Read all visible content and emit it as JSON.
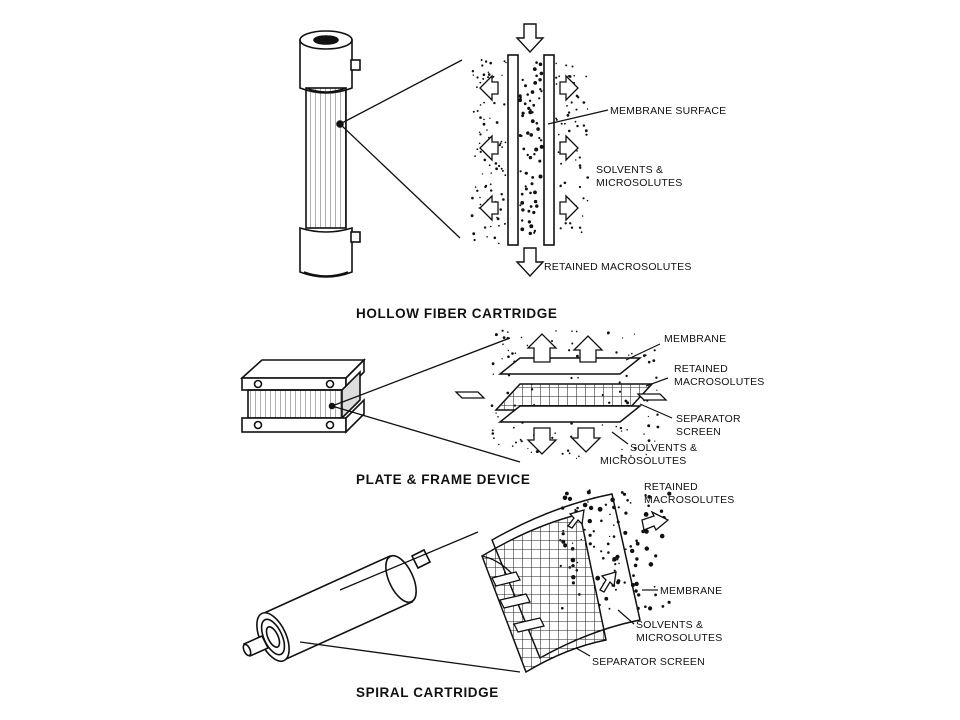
{
  "hollow_fiber": {
    "caption": "HOLLOW FIBER CARTRIDGE",
    "membrane_surface": "MEMBRANE SURFACE",
    "solvents_line1": "SOLVENTS &",
    "solvents_line2": "MICROSOLUTES",
    "retained": "RETAINED MACROSOLUTES"
  },
  "plate_frame": {
    "caption": "PLATE & FRAME DEVICE",
    "membrane": "MEMBRANE",
    "retained_line1": "RETAINED",
    "retained_line2": "MACROSOLUTES",
    "separator_line1": "SEPARATOR",
    "separator_line2": "SCREEN",
    "solvents_line1": "SOLVENTS &",
    "solvents_line2": "MICROSOLUTES"
  },
  "spiral": {
    "caption": "SPIRAL CARTRIDGE",
    "retained_line1": "RETAINED",
    "retained_line2": "MACROSOLUTES",
    "membrane": "MEMBRANE",
    "solvents_line1": "SOLVENTS &",
    "solvents_line2": "MICROSOLUTES",
    "separator": "SEPARATOR SCREEN"
  }
}
